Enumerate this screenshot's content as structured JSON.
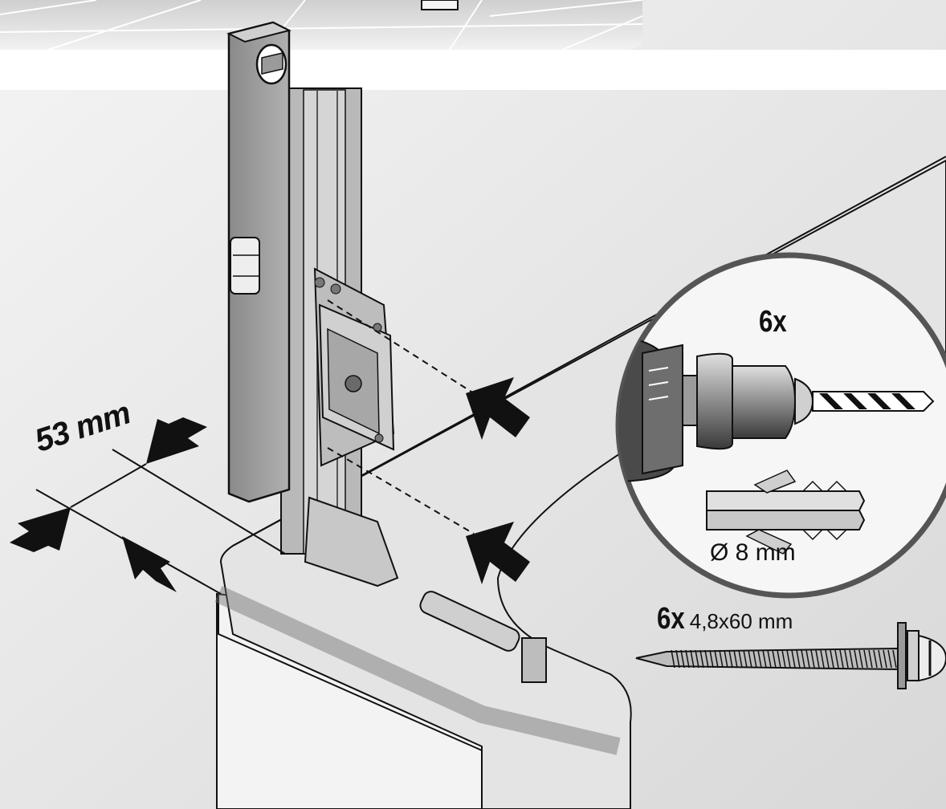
{
  "labels": {
    "spacing_dimension": "53 mm",
    "drill_quantity": "6x",
    "dowel_diameter": "Ø 8 mm",
    "screw_quantity": "6x",
    "screw_size": "4,8x60 mm"
  },
  "icons": [
    "tile-wall",
    "spirit-level",
    "mounting-rail",
    "mounting-bracket",
    "drill-chuck-icon",
    "drill-bit-icon",
    "wall-plug-icon",
    "screw-icon",
    "arrow-icon",
    "bathtub-edge"
  ],
  "colors": {
    "tile": "#dcdcdc",
    "wall": "#e8e8e8",
    "level": "#9a9a9a",
    "bracket": "#bdbdbd",
    "outline": "#111111"
  }
}
